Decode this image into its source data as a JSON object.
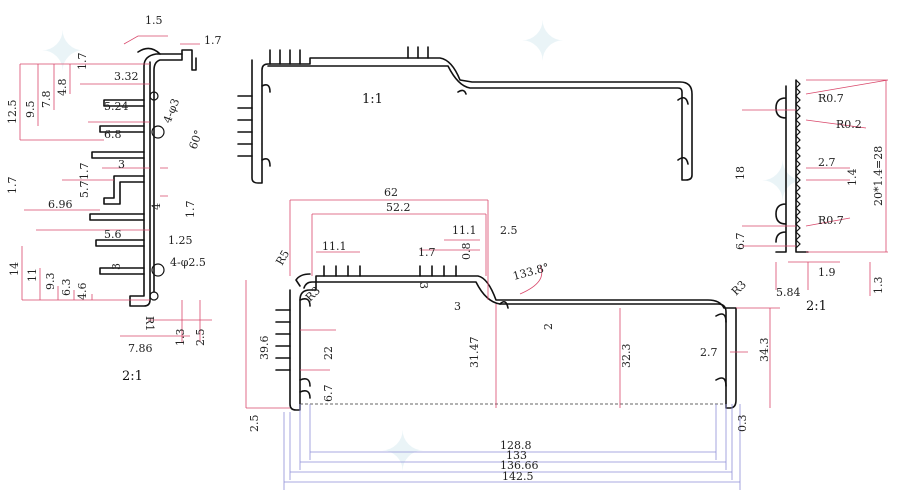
{
  "scales": {
    "top_left": "2:1",
    "top_middle": "1:1",
    "right": "2:1"
  },
  "left_view": {
    "dims": [
      "1.5",
      "1.7",
      "1.7",
      "3.32",
      "4.8",
      "7.8",
      "9.5",
      "12.5",
      "5.24",
      "4-φ3",
      "6.8",
      "60°",
      "3",
      "1.7",
      "5.7",
      "1.7",
      "4",
      "6.96",
      "1.7",
      "5.6",
      "1.25",
      "3",
      "4-φ2.5",
      "14",
      "11",
      "9.3",
      "6.3",
      "4.6",
      "R1",
      "1.3",
      "2.5",
      "7.86"
    ]
  },
  "right_view": {
    "dims": [
      "R0.7",
      "R0.2",
      "2.7",
      "1.4",
      "18",
      "R0.7",
      "6.7",
      "20*1.4=28",
      "1.9",
      "5.84",
      "1.3"
    ]
  },
  "main_view": {
    "dims": [
      "62",
      "52.2",
      "11.1",
      "11.1",
      "1.7",
      "0.8",
      "2.5",
      "133.8°",
      "R5",
      "R3",
      "R3",
      "3",
      "3",
      "2",
      "39.6",
      "22",
      "31.47",
      "32.3",
      "2.7",
      "34.3",
      "6.7",
      "2.5",
      "0.3",
      "128.8",
      "133",
      "136.66",
      "142.5"
    ]
  }
}
